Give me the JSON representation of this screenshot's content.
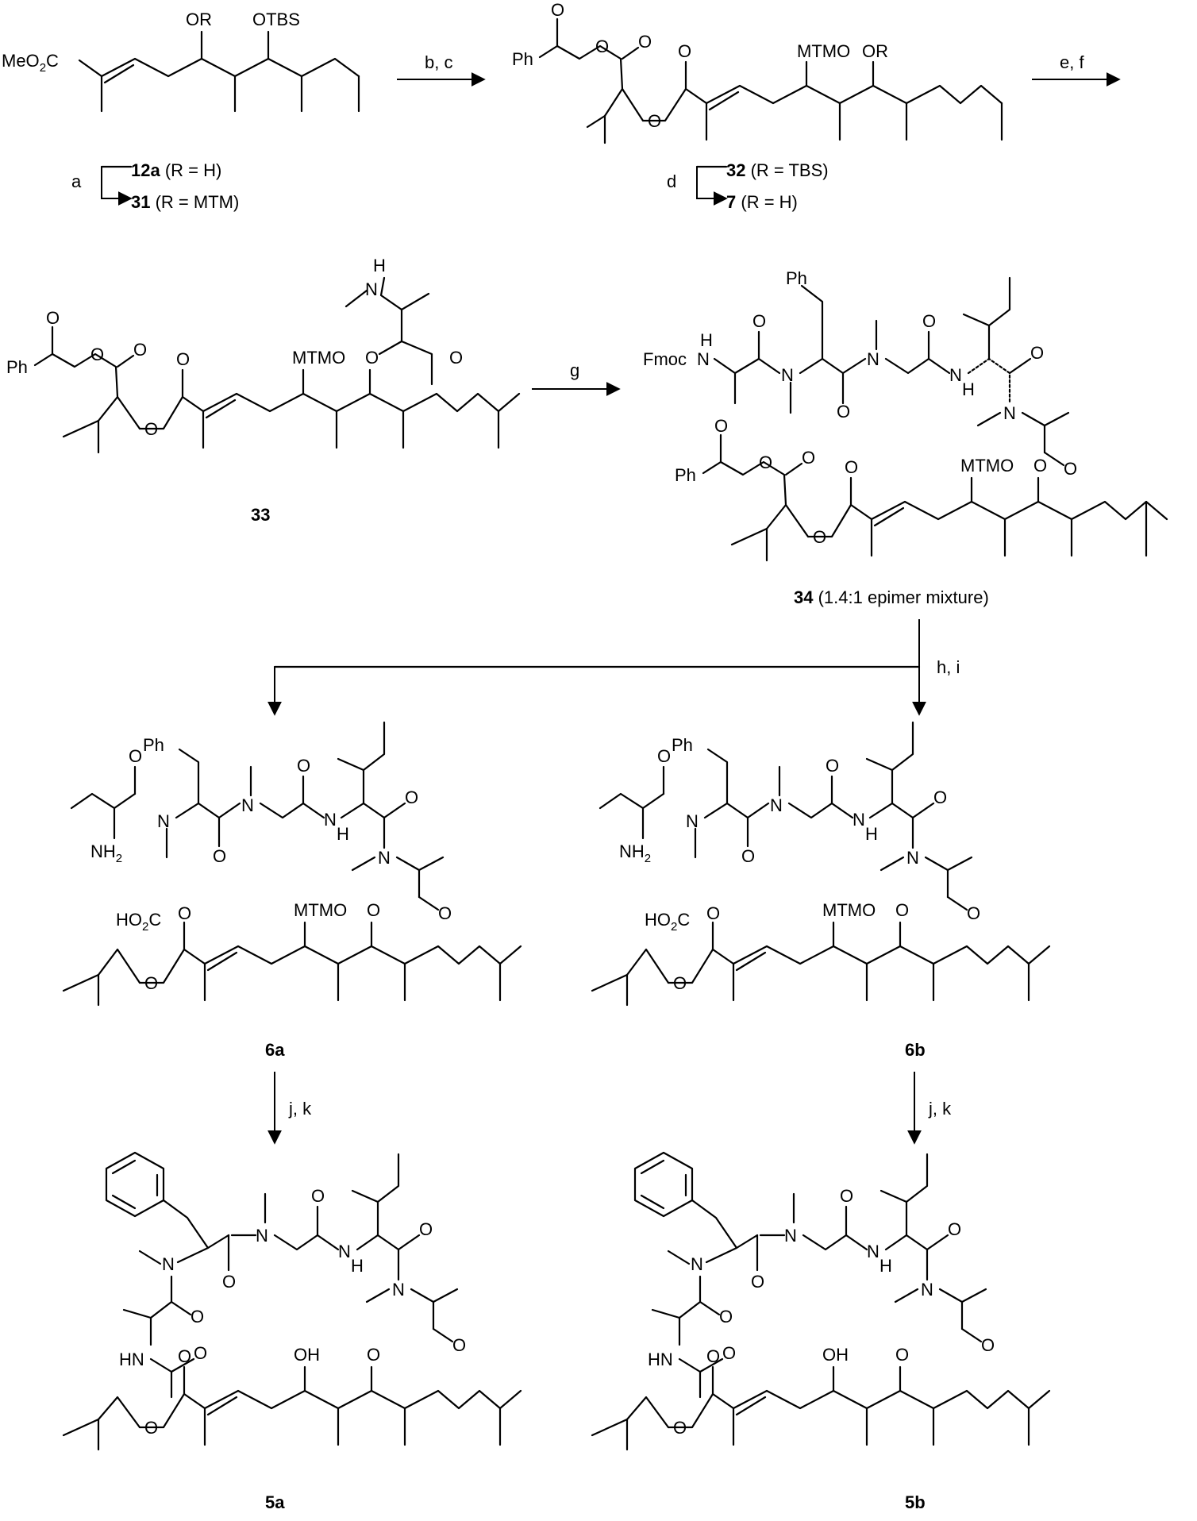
{
  "reagents": {
    "a": "a",
    "bc": "b, c",
    "d": "d",
    "ef": "e, f",
    "g": "g",
    "hi": "h, i",
    "jk_left": "j, k",
    "jk_right": "j, k"
  },
  "atoms": {
    "OR": "OR",
    "OTBS": "OTBS",
    "MeO2C": "MeO",
    "MeO2C_sub": "2",
    "MeO2C_tail": "C",
    "Ph": "Ph",
    "O": "O",
    "MTMO": "MTMO",
    "Fmoc": "Fmoc",
    "N": "N",
    "H": "H",
    "HO2C": "HO",
    "HO2C_sub": "2",
    "HO2C_tail": "C",
    "NH2": "NH",
    "NH2_sub": "2",
    "OH": "OH",
    "HN": "HN"
  },
  "compounds": {
    "c12a": {
      "id": "12a",
      "note": " (R = H)"
    },
    "c31": {
      "id": "31",
      "note": " (R = MTM)"
    },
    "c32": {
      "id": "32",
      "note": " (R = TBS)"
    },
    "c7": {
      "id": "7",
      "note": " (R = H)"
    },
    "c33": {
      "id": "33"
    },
    "c34": {
      "id": "34",
      "note": " (1.4:1 epimer mixture)"
    },
    "c6a": {
      "id": "6a"
    },
    "c6b": {
      "id": "6b"
    },
    "c5a": {
      "id": "5a"
    },
    "c5b": {
      "id": "5b"
    }
  }
}
